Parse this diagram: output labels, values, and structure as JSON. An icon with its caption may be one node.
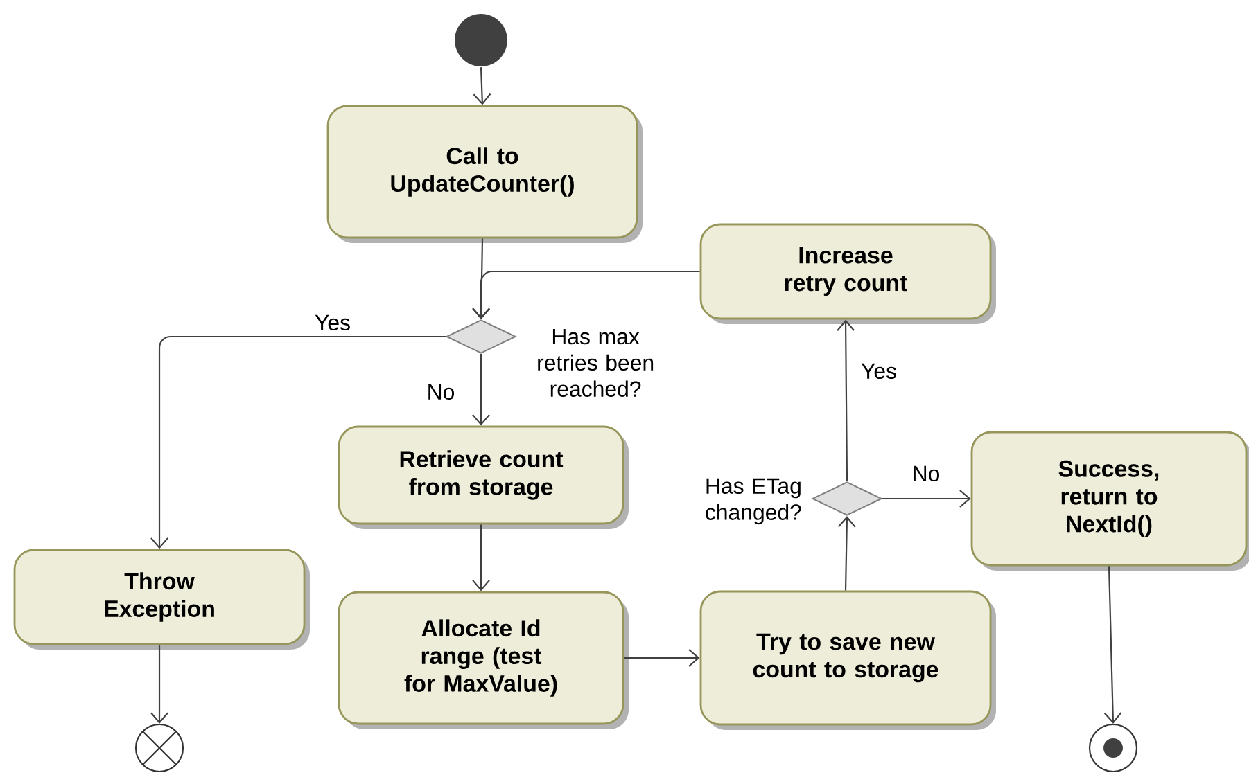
{
  "diagram": {
    "nodes": [
      {
        "text": [],
        "shape": "circle"
      },
      {
        "text": [
          "Call to UpdateCounter()"
        ]
      },
      {
        "text": [],
        "shape": "diamond",
        "beside": [
          "Has max retries been reached?"
        ]
      },
      {
        "text": [
          "Increase retry count"
        ]
      },
      {
        "text": [
          "Retrieve count from storage"
        ]
      },
      {
        "text": [
          "Throw Exception"
        ]
      },
      {
        "text": [
          "Allocate Id range (test for MaxValue)"
        ]
      },
      {
        "text": [
          "Try to save new count to storage"
        ]
      },
      {
        "text": [],
        "shape": "diamond",
        "beside": [
          "Has ETag changed?"
        ]
      },
      {
        "text": [
          "Success, return to NextId()"
        ]
      },
      {
        "text": [],
        "shape": "circle"
      },
      {
        "text": [],
        "shape": "circle"
      }
    ],
    "edges": [
      {
        "from": 0,
        "to": 1,
        "arrow": "to"
      },
      {
        "from": 1,
        "to": 2,
        "arrow": "to"
      },
      {
        "from": 3,
        "to": 2,
        "arrow": "to"
      },
      {
        "from": 2,
        "to": 5,
        "arrow": "to",
        "label": "Yes"
      },
      {
        "from": 2,
        "to": 4,
        "arrow": "to",
        "label": "No"
      },
      {
        "from": 4,
        "to": 6,
        "arrow": "to"
      },
      {
        "from": 6,
        "to": 7,
        "arrow": "to"
      },
      {
        "from": 7,
        "to": 8,
        "arrow": "to"
      },
      {
        "from": 8,
        "to": 3,
        "arrow": "to",
        "label": "Yes"
      },
      {
        "from": 8,
        "to": 9,
        "arrow": "to",
        "label": "No"
      },
      {
        "from": 5,
        "to": 10,
        "arrow": "to"
      },
      {
        "from": 9,
        "to": 11,
        "arrow": "to"
      }
    ]
  }
}
